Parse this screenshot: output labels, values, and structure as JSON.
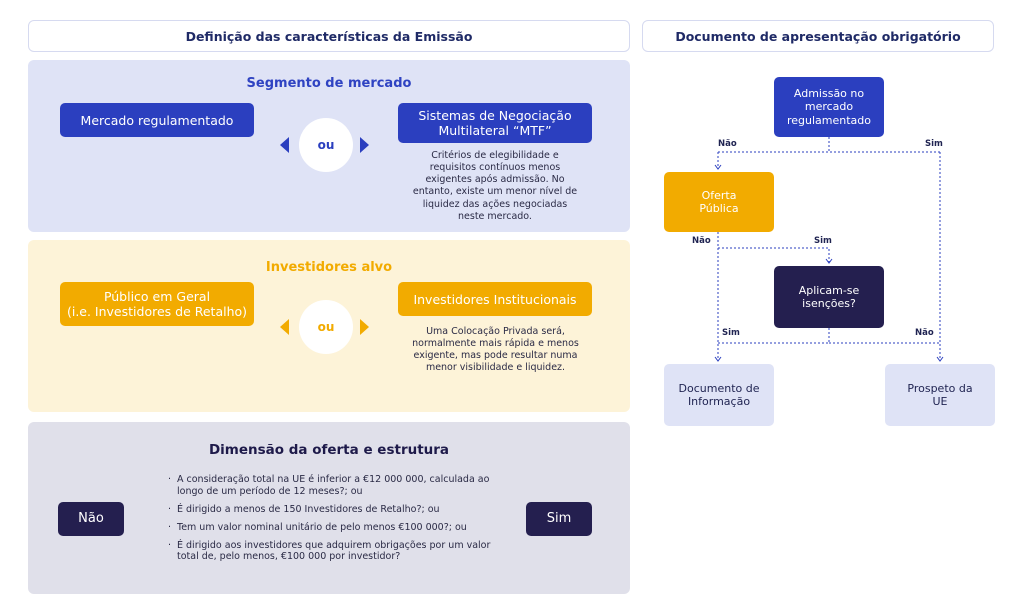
{
  "left_header": "Definição das características da Emissão",
  "right_header": "Documento de apresentação obrigatório",
  "market_segment": {
    "title": "Segmento de mercado",
    "option_left": "Mercado regulamentado",
    "option_right": "Sistemas de Negociação Multilateral “MTF”",
    "or_label": "ou",
    "note": "Critérios de elegibilidade e requisitos contínuos menos exigentes após admissão. No entanto, existe um menor nível de liquidez das ações negociadas neste mercado."
  },
  "target_investors": {
    "title": "Investidores alvo",
    "option_left_line1": "Público em Geral",
    "option_left_line2": "(i.e. Investidores de Retalho)",
    "option_right": "Investidores Institucionais",
    "or_label": "ou",
    "note": "Uma Colocação Privada será, normalmente mais rápida e menos exigente, mas pode resultar numa menor visibilidade e liquidez."
  },
  "offer_size": {
    "title": "Dimensão da oferta e estrutura",
    "no_label": "Não",
    "yes_label": "Sim",
    "criteria": [
      "A consideração total na UE é inferior a €12 000 000, calculada ao longo de um período de 12 meses?; ou",
      "É dirigido a menos de 150 Investidores de Retalho?; ou",
      "Tem um valor nominal unitário de pelo menos €100 000?; ou",
      "É dirigido aos investidores que adquirem obrigações por um valor total de, pelo menos, €100 000 por investidor?"
    ]
  },
  "flowchart": {
    "admission": "Admissão no mercado regulamentado",
    "public_offer": "Oferta Pública",
    "exemptions": "Aplicam-se isenções?",
    "info_document": "Documento de Informação",
    "prospectus": "Prospeto da UE",
    "labels": {
      "admission_no": "Não",
      "admission_yes": "Sim",
      "offer_no": "Não",
      "offer_yes": "Sim",
      "exemptions_yes": "Sim",
      "exemptions_no": "Não"
    }
  },
  "colors": {
    "blue": "#2b3fbf",
    "yellow": "#f2ab00",
    "dark": "#241f4f",
    "light_blue_bg": "#dfe3f6",
    "light_yellow_bg": "#fdf3d8",
    "grey_bg": "#e0e0ea"
  }
}
